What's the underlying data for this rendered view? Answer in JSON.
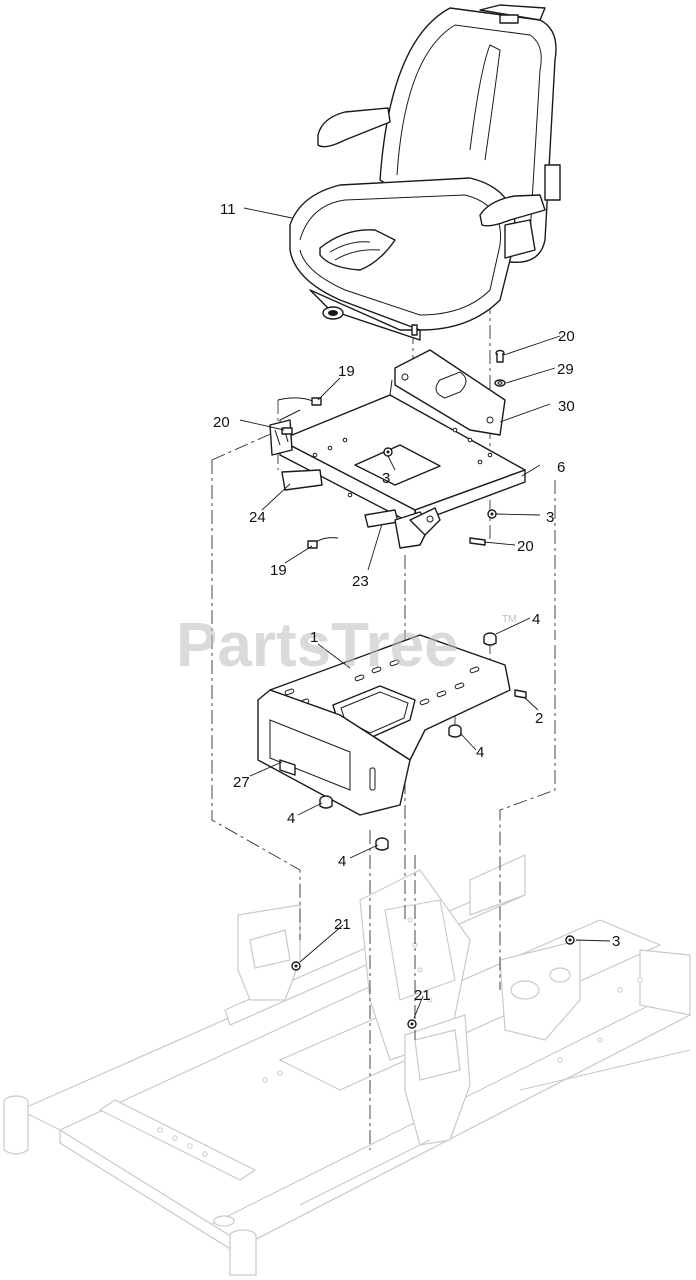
{
  "watermark": {
    "text": "PartsTree",
    "trademark": "TM"
  },
  "callouts": [
    {
      "id": "c11",
      "label": "11"
    },
    {
      "id": "c20a",
      "label": "20"
    },
    {
      "id": "c29",
      "label": "29"
    },
    {
      "id": "c19a",
      "label": "19"
    },
    {
      "id": "c20b",
      "label": "20"
    },
    {
      "id": "c30",
      "label": "30"
    },
    {
      "id": "c6",
      "label": "6"
    },
    {
      "id": "c3a",
      "label": "3"
    },
    {
      "id": "c3b",
      "label": "3"
    },
    {
      "id": "c24",
      "label": "24"
    },
    {
      "id": "c20c",
      "label": "20"
    },
    {
      "id": "c19b",
      "label": "19"
    },
    {
      "id": "c23",
      "label": "23"
    },
    {
      "id": "c4a",
      "label": "4"
    },
    {
      "id": "c1",
      "label": "1"
    },
    {
      "id": "c2",
      "label": "2"
    },
    {
      "id": "c4b",
      "label": "4"
    },
    {
      "id": "c27",
      "label": "27"
    },
    {
      "id": "c4c",
      "label": "4"
    },
    {
      "id": "c4d",
      "label": "4"
    },
    {
      "id": "c21a",
      "label": "21"
    },
    {
      "id": "c3c",
      "label": "3"
    },
    {
      "id": "c21b",
      "label": "21"
    }
  ]
}
